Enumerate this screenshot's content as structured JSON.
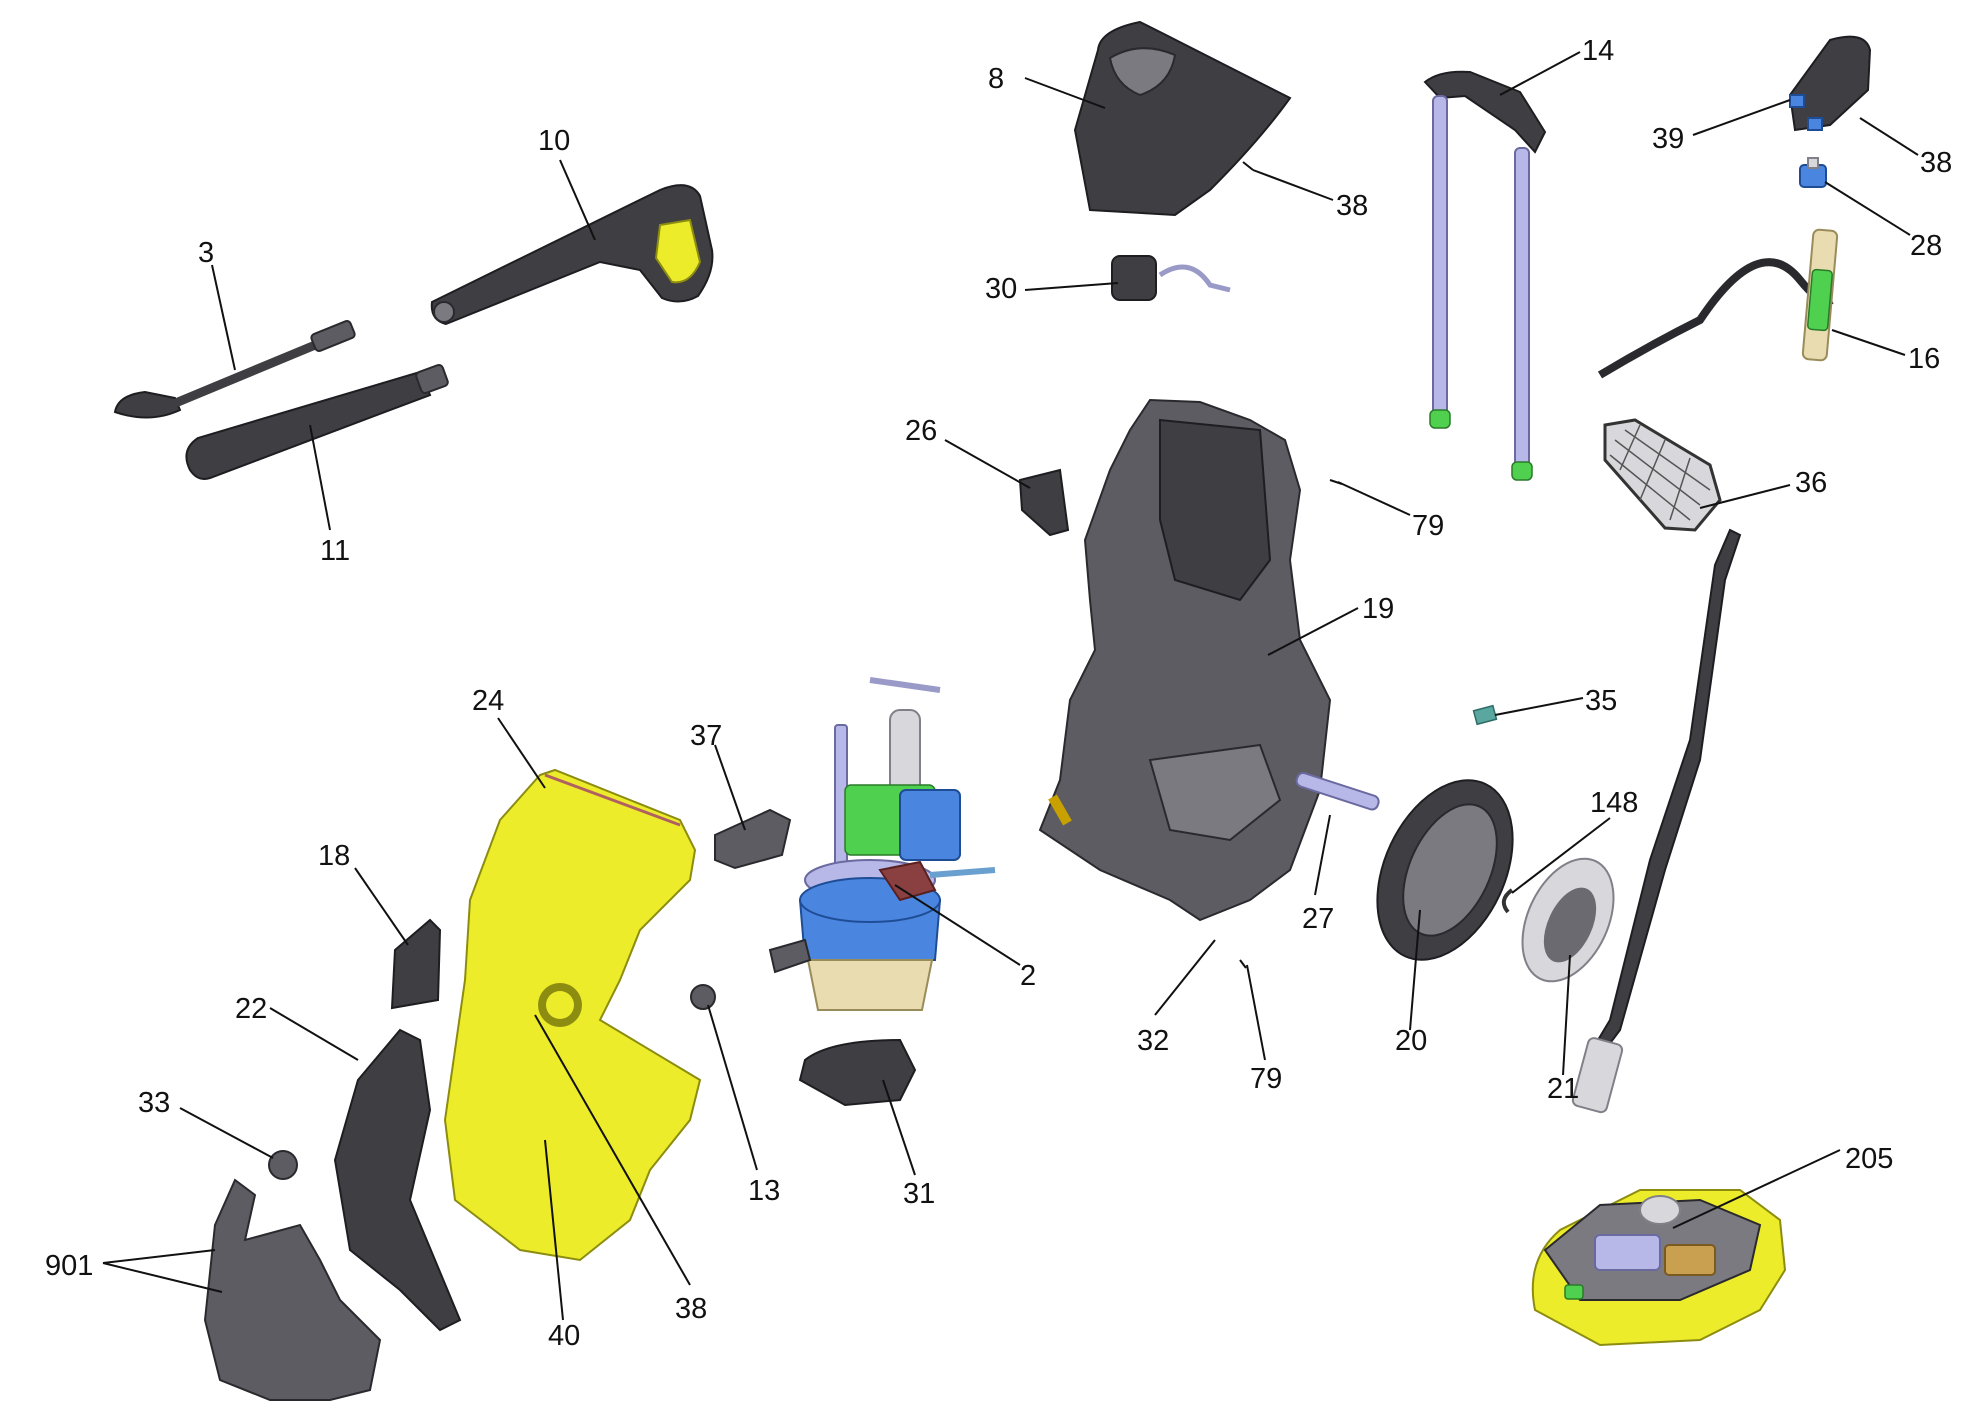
{
  "diagram": {
    "labels": [
      "3",
      "10",
      "11",
      "8",
      "38",
      "30",
      "14",
      "39",
      "38",
      "28",
      "16",
      "36",
      "26",
      "79",
      "19",
      "35",
      "24",
      "37",
      "18",
      "2",
      "22",
      "13",
      "31",
      "33",
      "901",
      "40",
      "38",
      "32",
      "79",
      "27",
      "20",
      "148",
      "21",
      "205"
    ]
  },
  "colors": {
    "housing_yellow": "#ecec2a",
    "plastic_gray": "#5c5c62",
    "accent_green": "#4fd04f",
    "pump_blue": "#4a86e0",
    "handle_lavender": "#b8b8e8"
  }
}
